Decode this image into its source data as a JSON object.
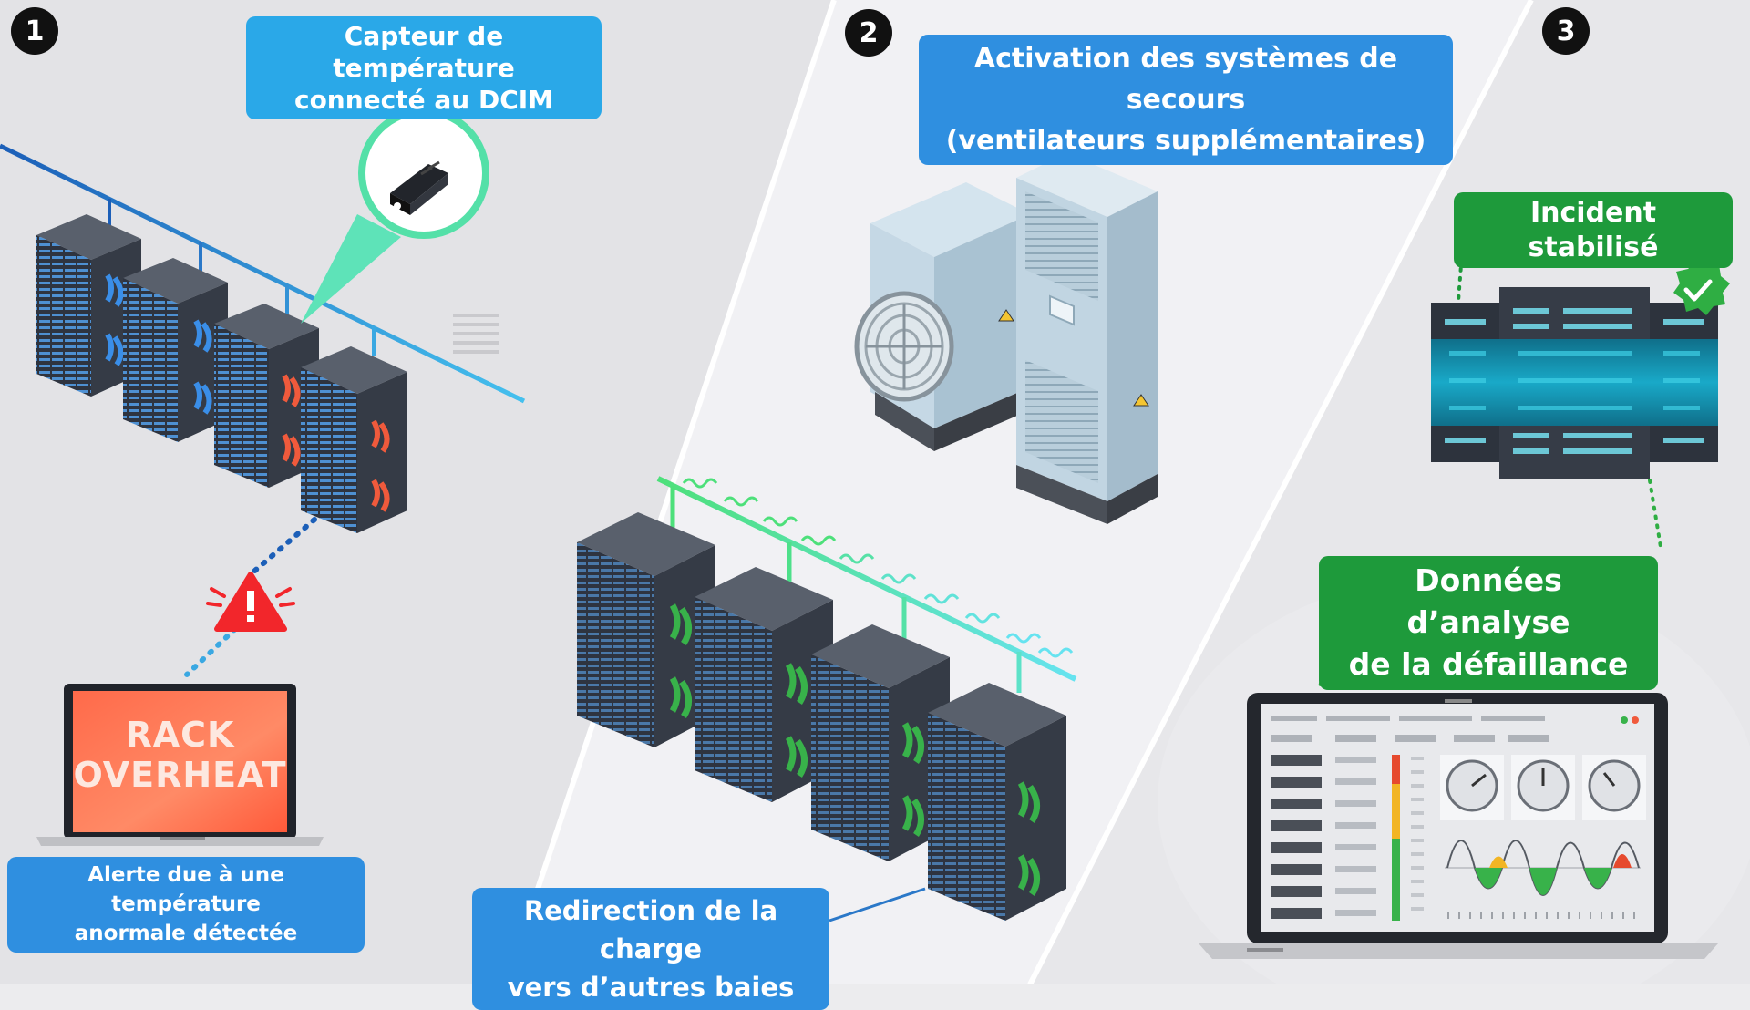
{
  "steps": [
    "1",
    "2",
    "3"
  ],
  "panel1": {
    "sensor_label_line1": "Capteur de température",
    "sensor_label_line2": "connecté au DCIM",
    "screen_line1": "RACK",
    "screen_line2": "OVERHEAT",
    "alert_label_line1": "Alerte due à une température",
    "alert_label_line2": "anormale détectée",
    "alert_icon": "warning-triangle-icon"
  },
  "panel2": {
    "cooling_label_line1": "Activation des systèmes de secours",
    "cooling_label_line2": "(ventilateurs supplémentaires)",
    "redirect_label_line1": "Redirection de la charge",
    "redirect_label_line2": "vers d’autres baies"
  },
  "panel3": {
    "stabilized_label": "Incident stabilisé",
    "analysis_label_line1": "Données d’analyse",
    "analysis_label_line2": "de la défaillance",
    "check_icon": "check-circle-icon"
  },
  "colors": {
    "label_blue": "#2f8fe0",
    "label_green": "#1e9a3b",
    "hot": "#f05a3c",
    "cool": "#3a8ee8",
    "ok": "#38b24a",
    "rack": "#3d4450"
  }
}
